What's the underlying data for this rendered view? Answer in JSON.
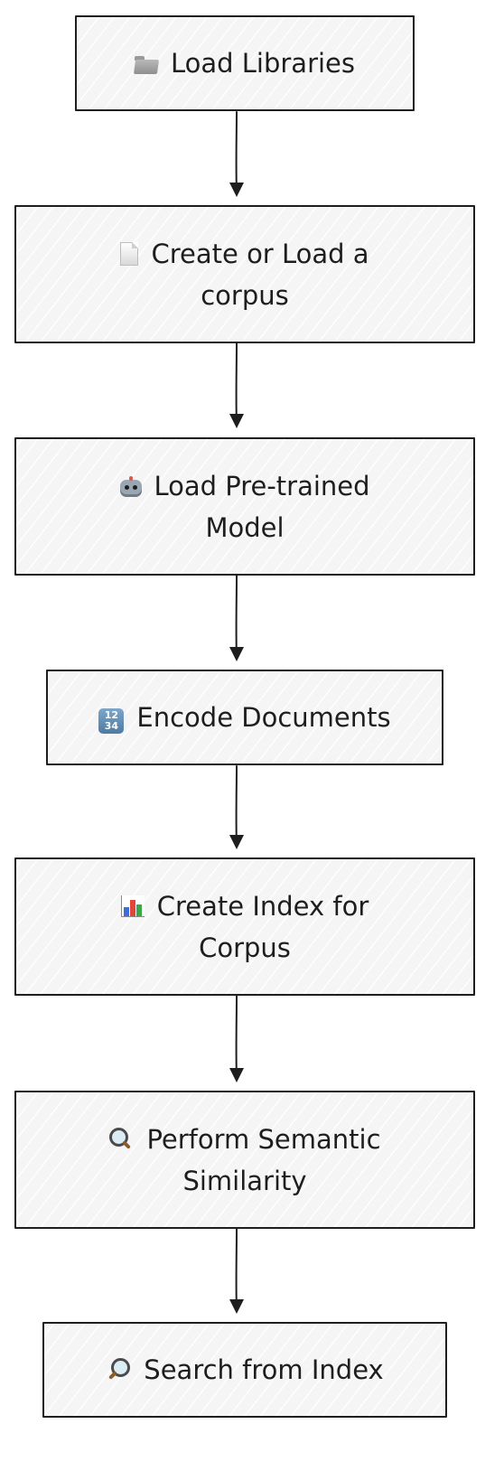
{
  "diagram": {
    "steps": [
      {
        "label": "Load Libraries",
        "icon": "folder-icon"
      },
      {
        "label": "Create or Load a corpus",
        "icon": "page-icon"
      },
      {
        "label": "Load Pre-trained Model",
        "icon": "robot-icon"
      },
      {
        "label": "Encode Documents",
        "icon": "numbers-1234-icon"
      },
      {
        "label": "Create Index for Corpus",
        "icon": "bar-chart-icon"
      },
      {
        "label": "Perform Semantic Similarity",
        "icon": "magnifier-left-icon"
      },
      {
        "label": "Search from Index",
        "icon": "magnifier-right-icon"
      }
    ],
    "edges": [
      {
        "from": "Load Libraries",
        "to": "Create or Load a corpus"
      },
      {
        "from": "Create or Load a corpus",
        "to": "Load Pre-trained Model"
      },
      {
        "from": "Load Pre-trained Model",
        "to": "Encode Documents"
      },
      {
        "from": "Encode Documents",
        "to": "Create Index for Corpus"
      },
      {
        "from": "Create Index for Corpus",
        "to": "Perform Semantic Similarity"
      },
      {
        "from": "Perform Semantic Similarity",
        "to": "Search from Index"
      }
    ],
    "colors": {
      "stroke": "#1e1e1e",
      "fill": "#f5f5f5",
      "background": "#ffffff"
    }
  }
}
